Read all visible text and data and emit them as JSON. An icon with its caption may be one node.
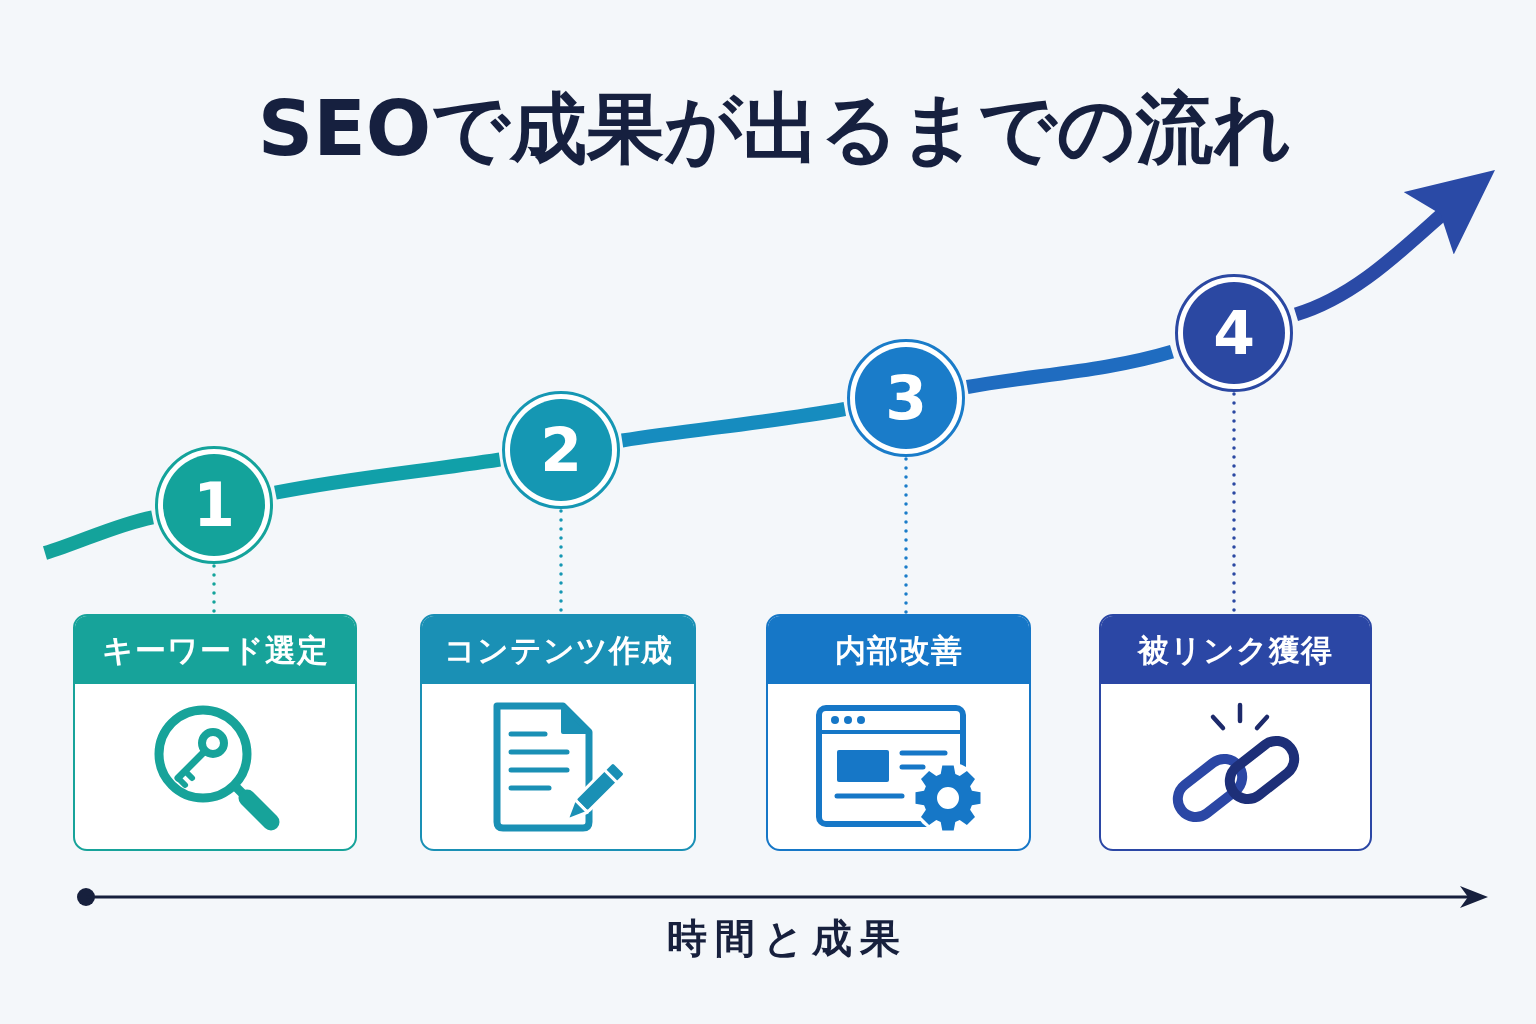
{
  "diagram": {
    "title": "SEOで成果が出るまでの流れ",
    "nodes": [
      {
        "text": [
          "1"
        ]
      },
      {
        "text": [
          "2"
        ]
      },
      {
        "text": [
          "3"
        ]
      },
      {
        "text": [
          "4"
        ]
      },
      {
        "text": [
          "キーワード選定"
        ]
      },
      {
        "text": [
          "コンテンツ作成"
        ]
      },
      {
        "text": [
          "内部改善"
        ]
      },
      {
        "text": [
          "被リンク獲得"
        ]
      }
    ],
    "edges": [
      {
        "from": null,
        "to": 0,
        "arrow": "none",
        "color": "#14a39b"
      },
      {
        "from": 0,
        "to": 1,
        "arrow": "none",
        "color": "#11a0a9"
      },
      {
        "from": 1,
        "to": 2,
        "arrow": "none",
        "color": "#168cbf"
      },
      {
        "from": 2,
        "to": 3,
        "arrow": "none",
        "color": "#1f6cc0"
      },
      {
        "from": 3,
        "to": null,
        "arrow": "to",
        "color": "#2a4aa6"
      },
      {
        "from": 0,
        "to": 4,
        "arrow": "none",
        "style": "dashed",
        "color": "#14a39b"
      },
      {
        "from": 1,
        "to": 5,
        "arrow": "none",
        "style": "dashed",
        "color": "#1597b3"
      },
      {
        "from": 2,
        "to": 6,
        "arrow": "none",
        "style": "dashed",
        "color": "#1a7cc9"
      },
      {
        "from": 3,
        "to": 7,
        "arrow": "none",
        "style": "dashed",
        "color": "#2b48a2"
      }
    ],
    "labels": [
      "時間と成果"
    ]
  }
}
